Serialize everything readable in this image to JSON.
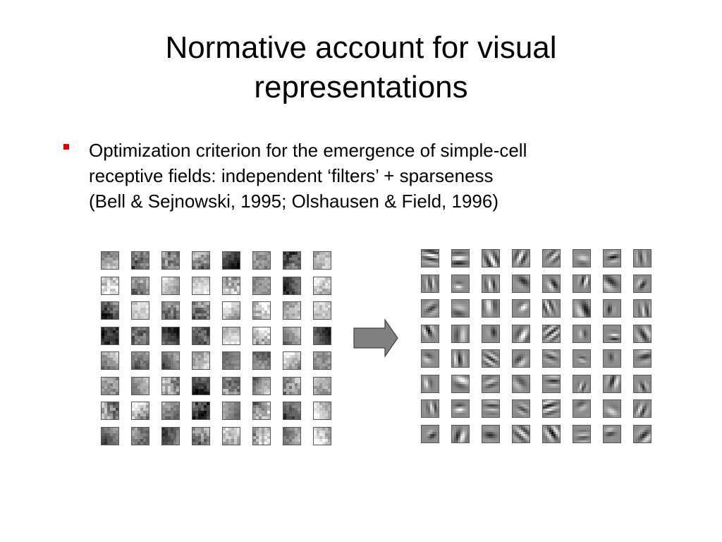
{
  "slide": {
    "title": "Normative account for visual\nrepresentations",
    "bullet": "Optimization criterion for the emergence of simple-cell\nreceptive fields: independent ‘filters’ + sparseness\n(Bell & Sejnowski, 1995; Olshausen & Field, 1996)"
  },
  "colors": {
    "bullet_marker": "#e00000",
    "arrow_fill": "#808080",
    "arrow_stroke": "#404040"
  },
  "image_patches": {
    "rows": 8,
    "cols": 8
  },
  "learned_filters": {
    "rows": 8,
    "cols": 8
  }
}
